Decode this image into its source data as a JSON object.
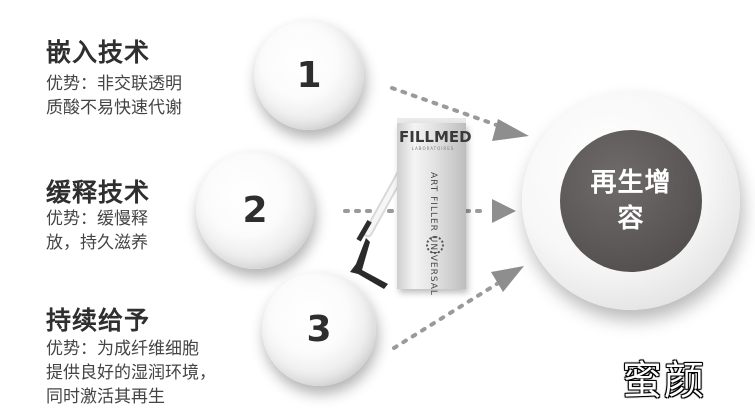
{
  "items": [
    {
      "title": "嵌入技术",
      "desc_line1": "优势：非交联透明",
      "desc_line2": "质酸不易快速代谢",
      "number": "1"
    },
    {
      "title": "缓释技术",
      "desc_line1": "优势：缓慢释",
      "desc_line2": "放，持久滋养",
      "number": "2"
    },
    {
      "title": "持续给予",
      "desc_line1": "优势：为成纤维细胞",
      "desc_line2": "提供良好的湿润环境，",
      "desc_line3": "同时激活其再生",
      "number": "3"
    }
  ],
  "target": {
    "line1": "再生增",
    "line2": "容"
  },
  "product": {
    "brand": "FILLMED",
    "brand_sub": "LABORATOIRES",
    "spine": "ART FILLER UNIVERSAL"
  },
  "watermark": "蜜颜",
  "colors": {
    "center_fill": "#5c5858",
    "arrow": "#9a9a9a",
    "text": "#2f2f2f"
  }
}
